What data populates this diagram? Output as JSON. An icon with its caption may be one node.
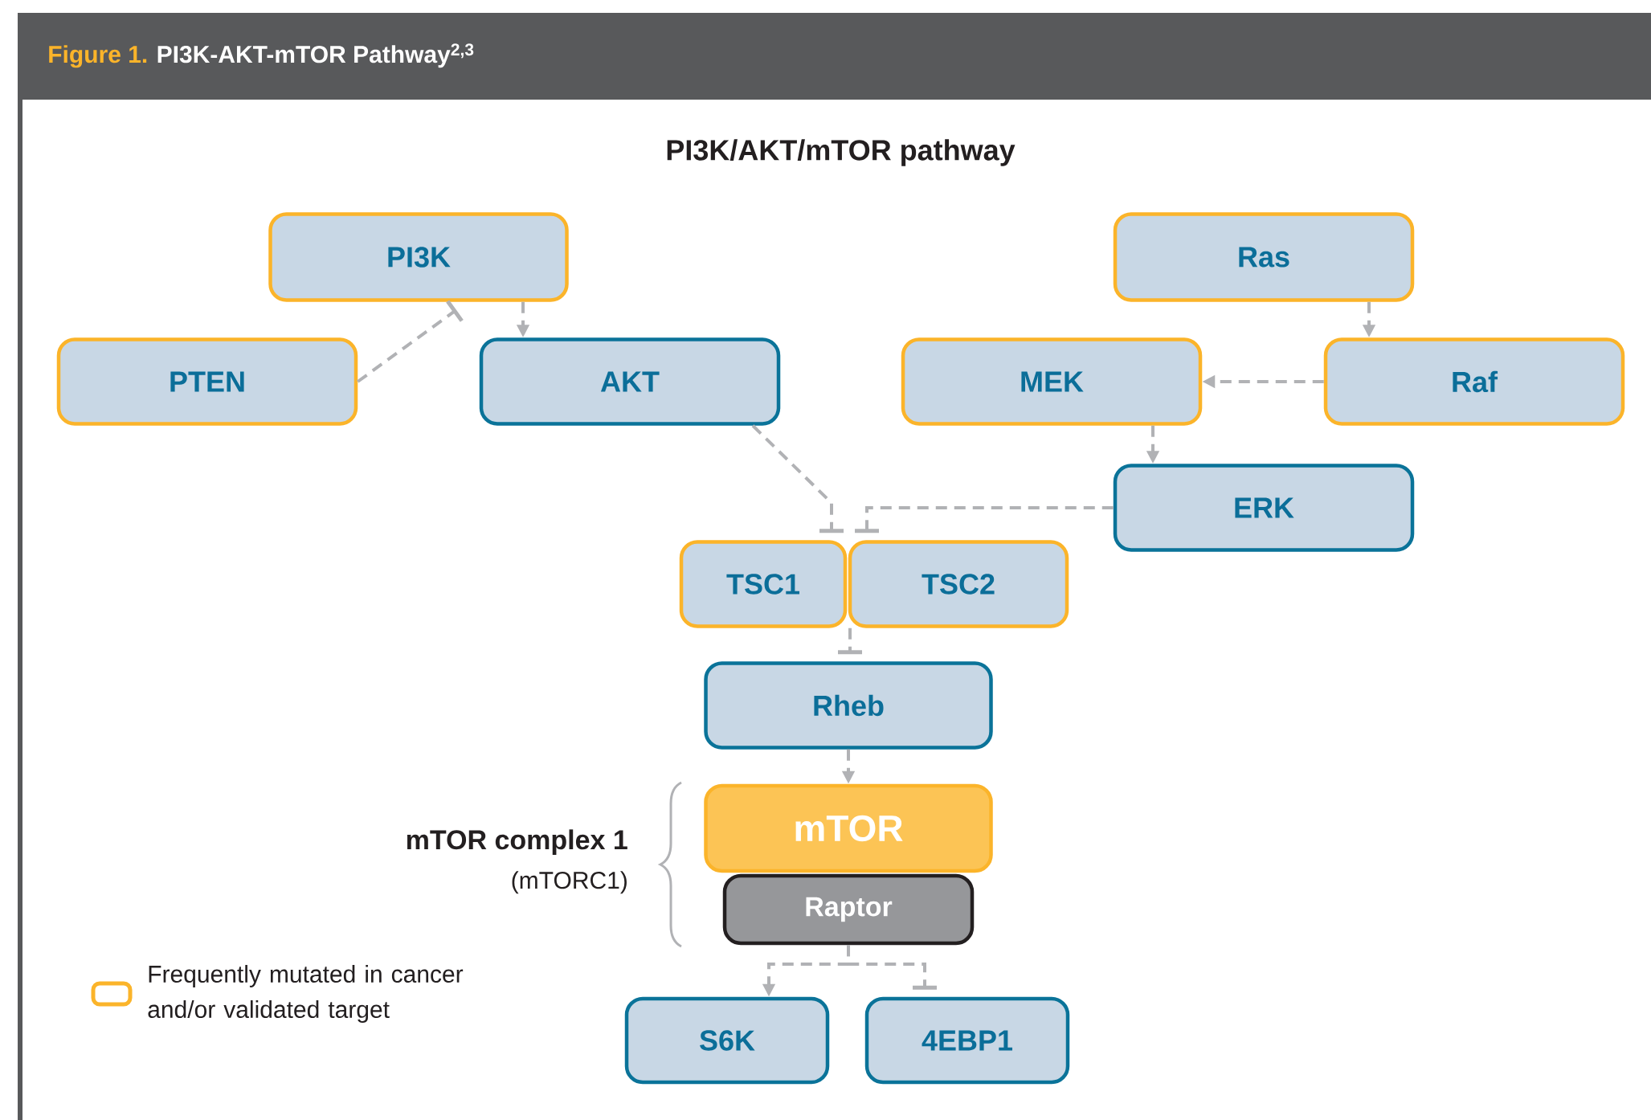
{
  "diagram": {
    "title": "PI3K/AKT/mTOR pathway",
    "caption": "PI3K-AKT-mTOR Pathway$^{2,3}$",
    "nodes": [
      {
        "text": [
          "PI3K"
        ]
      },
      {
        "text": [
          "PTEN"
        ]
      },
      {
        "text": [
          "AKT"
        ]
      },
      {
        "text": [
          "Ras"
        ]
      },
      {
        "text": [
          "MEK"
        ]
      },
      {
        "text": [
          "Raf"
        ]
      },
      {
        "text": [
          "ERK"
        ]
      },
      {
        "text": [
          "TSC1"
        ]
      },
      {
        "text": [
          "TSC2"
        ]
      },
      {
        "text": [
          "Rheb"
        ]
      },
      {
        "text": [
          "mTOR"
        ]
      },
      {
        "text": [
          "Raptor"
        ]
      },
      {
        "text": [
          "S6K"
        ]
      },
      {
        "text": [
          "4EBP1"
        ]
      }
    ],
    "edges": [
      {
        "from": 0,
        "to": 2,
        "arrow": "to",
        "style": "dashed"
      },
      {
        "from": 1,
        "to": 0,
        "arrow": "other",
        "style": "dashed"
      },
      {
        "from": 3,
        "to": 5,
        "arrow": "to",
        "style": "dashed"
      },
      {
        "from": 5,
        "to": 4,
        "arrow": "to",
        "style": "dashed"
      },
      {
        "from": 4,
        "to": 6,
        "arrow": "to",
        "style": "dashed"
      },
      {
        "from": 2,
        "to": 7,
        "arrow": "other",
        "style": "dashed"
      },
      {
        "from": 6,
        "to": 8,
        "arrow": "other",
        "style": "dashed"
      },
      {
        "from": 8,
        "to": 9,
        "arrow": "other",
        "style": "dashed"
      },
      {
        "from": 9,
        "to": 10,
        "arrow": "to",
        "style": "dashed"
      },
      {
        "from": 11,
        "to": 12,
        "arrow": "to",
        "style": "dashed"
      },
      {
        "from": 11,
        "to": 13,
        "arrow": "other",
        "style": "dashed"
      }
    ],
    "labels": [
      "Figure 1.",
      "mTOR complex 1",
      "(mTORC1)"
    ],
    "legend": [
      {
        "text": "Frequently mutated in cancer and/or validated target"
      }
    ]
  }
}
